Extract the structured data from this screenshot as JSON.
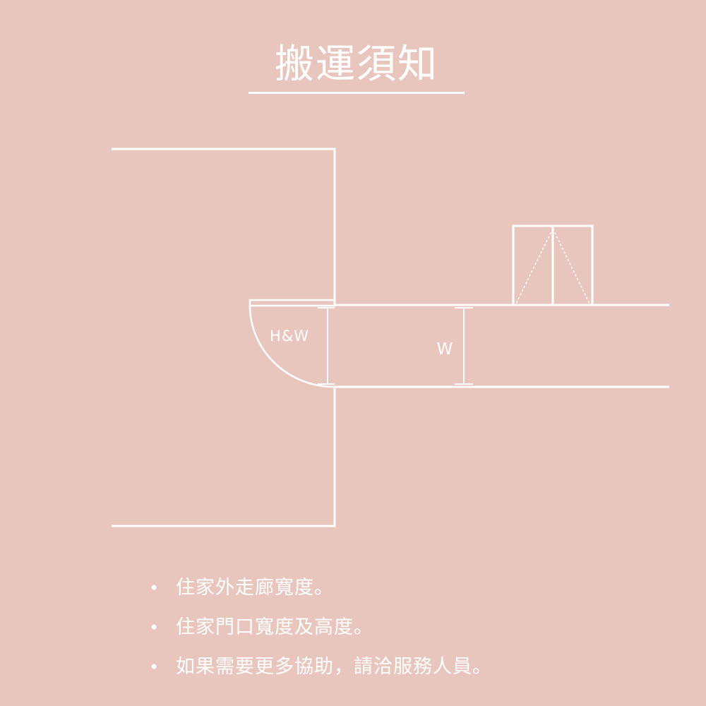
{
  "title": "搬運須知",
  "diagram": {
    "labels": {
      "door": "H&W",
      "corridor": "W"
    }
  },
  "notes": [
    "住家外走廊寬度。",
    "住家門口寬度及高度。",
    "如果需要更多協助，請洽服務人員。"
  ],
  "colors": {
    "background": "#e8c6bd",
    "lines": "#ffffff"
  }
}
